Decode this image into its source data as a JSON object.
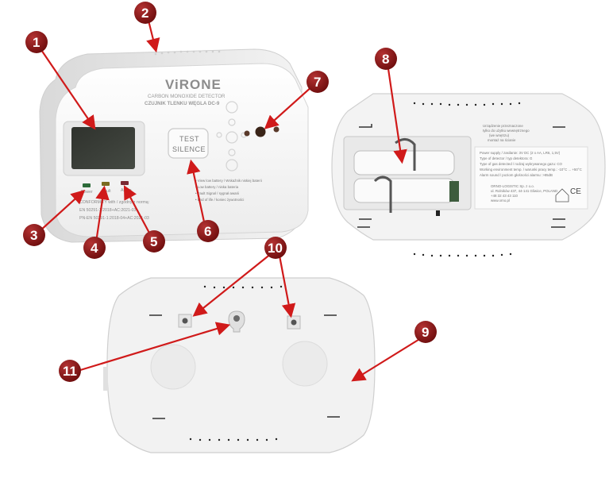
{
  "device_front": {
    "brand": "ViRONE",
    "subtitle_en": "CARBON MONOXIDE DETECTOR",
    "subtitle_pl": "CZUJNIK TLENKU WĘGLA DC-9",
    "button_line1": "TEST",
    "button_line2": "SILENCE",
    "led_labels": [
      "Power",
      "Fault",
      "Alarm"
    ],
    "compliance_lines": [
      "CONFORMITY with / zgodny z normą:",
      "EN 50291-1:2018+AC:2021-03",
      "PN-EN 50291-1:2018-04+AC:2021-03"
    ],
    "notes": [
      "• View low battery / Wskaźnik niskiej baterii",
      "• Low battery / niska bateria",
      "• Fault Signal / sygnał awarii",
      "• End of life / koniec żywotności"
    ]
  },
  "device_back": {
    "label_lines": [
      "Power supply / zasilanie: 3V DC (2 x AA, LR6, 1,5V)",
      "Type of detector / typ detektora: G",
      "Type of gas detected / rodzaj wykrywanego gazu: CO",
      "Working environment temp. / warunki pracy temp.: -10°C ... +50°C",
      "Alarm sound / poziom głośności alarmu: >85dB"
    ],
    "company_lines": [
      "ORNO-LOGISTIC Sp. z o.o.",
      "ul. Rolników 437, 44-141 Gliwice, POLAND",
      "+48 32 43 43 110",
      "www.orno.pl"
    ],
    "recycle_lines": [
      "Urządzenie przeznaczone",
      "tylko do użytku wewnętrznego",
      "(we wnętrzu)",
      "montaż na ścianie"
    ],
    "ce_mark": "CE"
  },
  "callouts": [
    "1",
    "2",
    "3",
    "4",
    "5",
    "6",
    "7",
    "8",
    "9",
    "10",
    "11"
  ],
  "colors": {
    "callout_fill": "#8b1414",
    "arrow": "#d01a1a",
    "device_body": "#f4f4f4",
    "led_green": "#2d6b3a",
    "led_amber": "#7a6a20",
    "led_red": "#7a2a33"
  }
}
